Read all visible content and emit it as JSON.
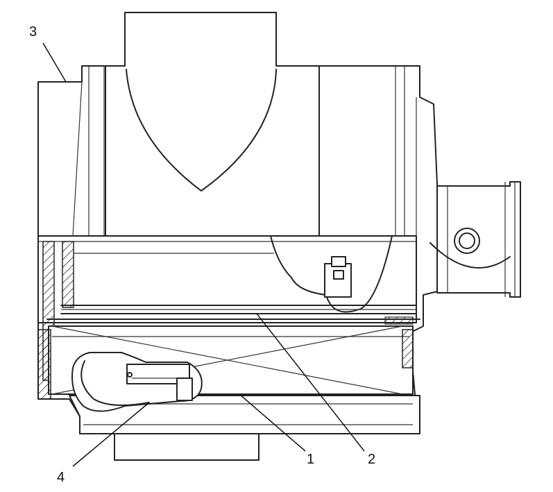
{
  "callouts": [
    {
      "id": "1",
      "text": "1"
    },
    {
      "id": "2",
      "text": "2"
    },
    {
      "id": "3",
      "text": "3"
    },
    {
      "id": "4",
      "text": "4"
    }
  ],
  "colors": {
    "line": "#222222",
    "background": "#ffffff"
  }
}
